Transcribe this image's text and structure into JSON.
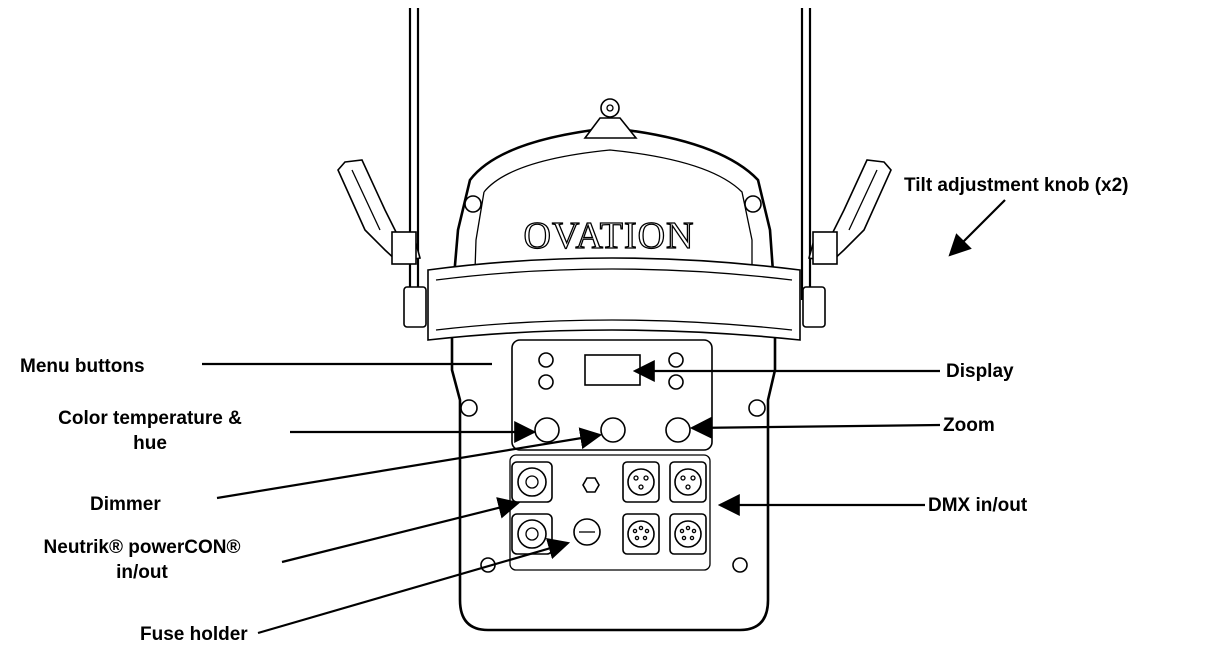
{
  "brand_text": "OVATION",
  "labels": {
    "tilt_knob": "Tilt adjustment knob (x2)",
    "menu_buttons": "Menu buttons",
    "display": "Display",
    "color_temp_line1": "Color temperature &",
    "color_temp_line2": "hue",
    "zoom": "Zoom",
    "dimmer": "Dimmer",
    "dmx": "DMX in/out",
    "powercon_line1": "Neutrik® powerCON®",
    "powercon_line2": "in/out",
    "fuse_holder": "Fuse holder"
  },
  "colors": {
    "line": "#000000",
    "background": "#ffffff"
  }
}
